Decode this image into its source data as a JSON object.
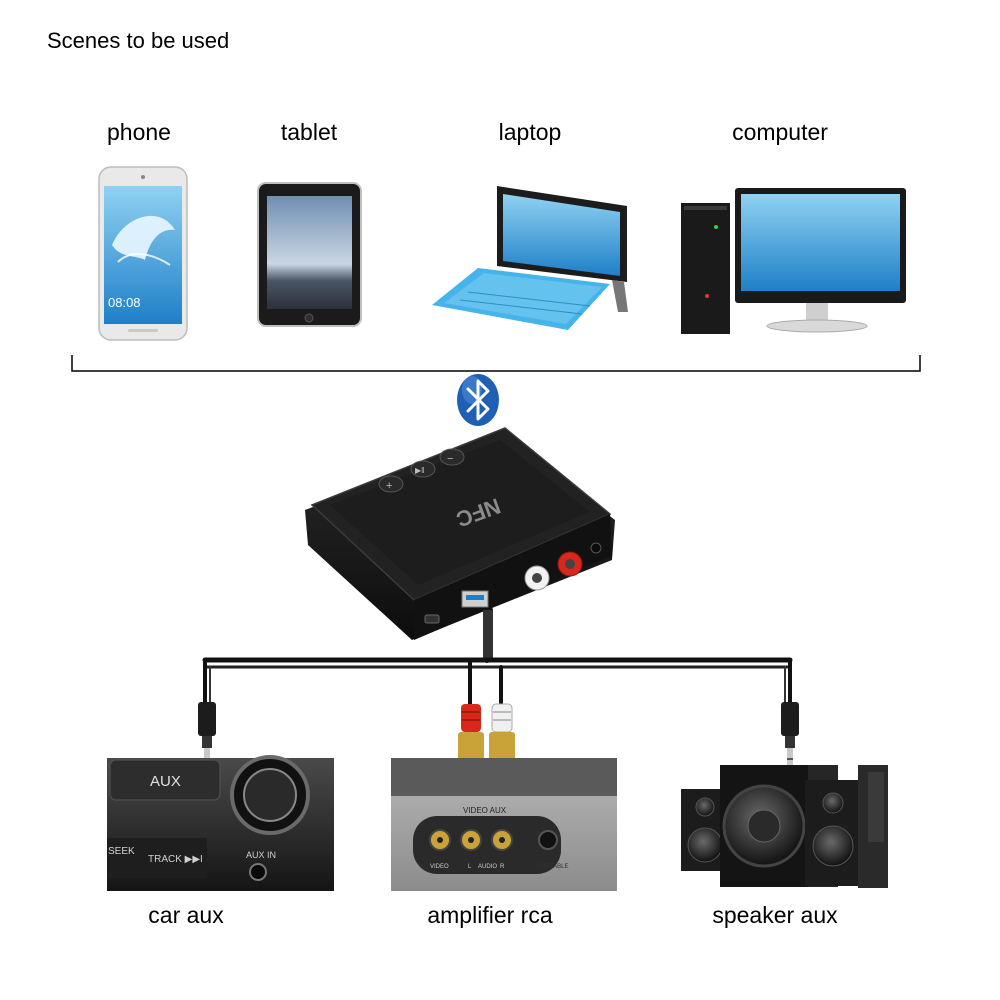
{
  "heading": "Scenes to be used",
  "sources": [
    {
      "label": "phone",
      "screen_time": "08:08"
    },
    {
      "label": "tablet"
    },
    {
      "label": "laptop"
    },
    {
      "label": "computer"
    }
  ],
  "connection_icon": "bluetooth-icon",
  "device": {
    "nfc_label": "NFC",
    "buttons": [
      "+",
      "▶‖",
      "−"
    ]
  },
  "destinations": [
    {
      "label": "car aux",
      "panel_text": [
        "AUX",
        "SEEK",
        "TRACK ▶▶I",
        "AUX IN"
      ]
    },
    {
      "label": "amplifier rca",
      "panel_text": [
        "VIDEO AUX",
        "VIDEO",
        "L",
        "AUDIO",
        "R",
        "PORTABLE"
      ]
    },
    {
      "label": "speaker aux"
    }
  ],
  "colors": {
    "device_body": "#1a1a1a",
    "bluetooth": "#1f5fb4",
    "screen_blue": "#2f9ad8",
    "rca_red": "#d8281c",
    "rca_white": "#f0f0f0"
  }
}
